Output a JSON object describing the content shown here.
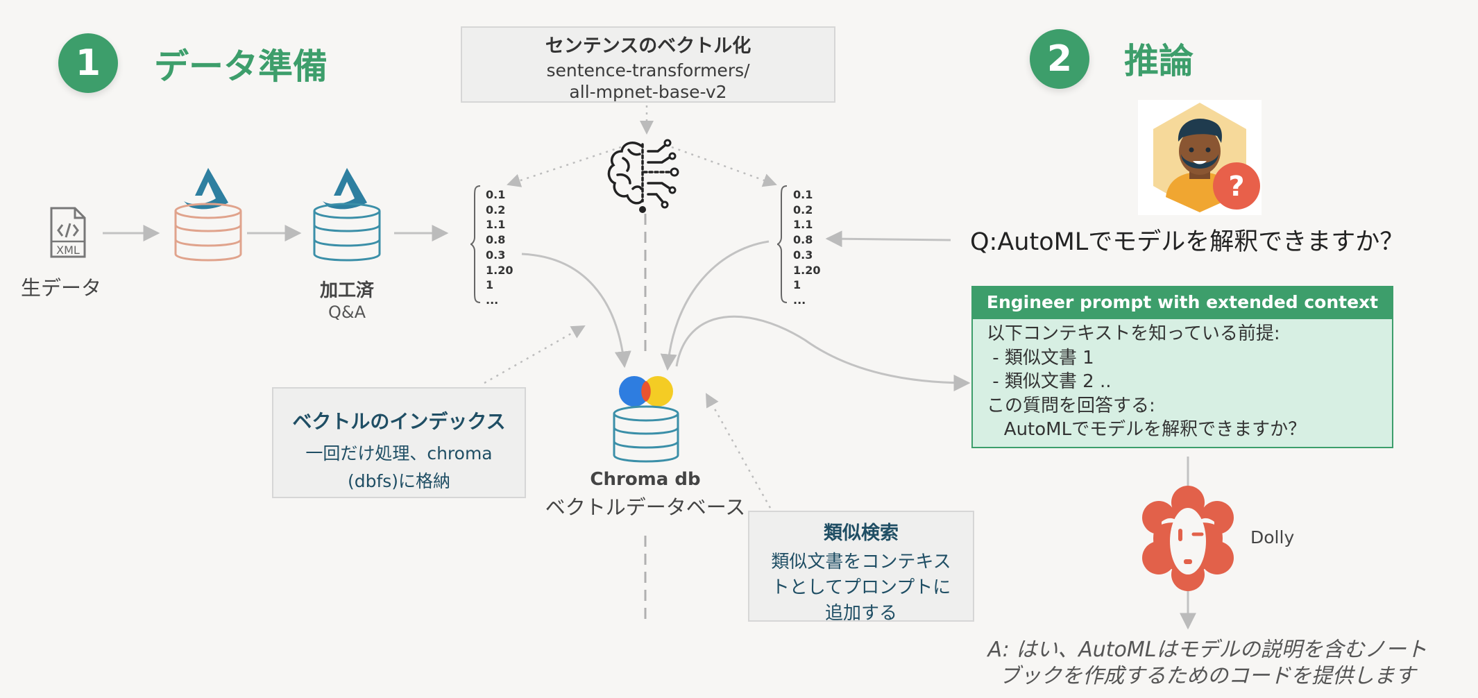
{
  "section1": {
    "number": "1",
    "title": "データ準備"
  },
  "section2": {
    "number": "2",
    "title": "推論"
  },
  "embedding_box": {
    "title": "センテンスのベクトル化",
    "line1": "sentence-transformers/",
    "line2": "all-mpnet-base-v2"
  },
  "raw_data": {
    "file_label": "XML",
    "label": "生データ"
  },
  "processed": {
    "title": "加工済",
    "subtitle": "Q&A"
  },
  "vector_left": [
    "0.1",
    "0.2",
    "1.1",
    "0.8",
    "0.3",
    "1.20",
    "1",
    "..."
  ],
  "vector_right": [
    "0.1",
    "0.2",
    "1.1",
    "0.8",
    "0.3",
    "1.20",
    "1",
    "..."
  ],
  "index_box": {
    "title": "ベクトルのインデックス",
    "line1": "一回だけ処理、chroma",
    "line2": "(dbfs)に格納"
  },
  "chroma": {
    "title": "Chroma db",
    "subtitle": "ベクトルデータベース"
  },
  "search_box": {
    "title": "類似検索",
    "line1": "類似文書をコンテキス",
    "line2": "トとしてプロンプトに",
    "line3": "追加する"
  },
  "question": "Q:AutoMLでモデルを解釈できますか？",
  "prompt": {
    "header": "Engineer prompt with extended context",
    "lines": [
      "以下コンテキストを知っている前提:",
      " - 類似文書 1",
      " - 類似文書 2 ..",
      "この質問を回答する:",
      "   AutoMLでモデルを解釈できますか？"
    ]
  },
  "dolly": {
    "label": "Dolly"
  },
  "answer": {
    "line1": "A: はい、AutoMLはモデルの説明を含むノート",
    "line2": "ブックを作成するためのコードを提供します"
  },
  "colors": {
    "green": "#3d9e6b",
    "teal": "#2e7fa0",
    "salmon": "#e0a38c",
    "dolly": "#e2614a"
  },
  "icons": [
    "xml-file-icon",
    "databricks-logo-icon",
    "brain-network-icon",
    "user-avatar-icon",
    "question-badge-icon",
    "chroma-logo-icon",
    "dolly-sheep-icon"
  ]
}
